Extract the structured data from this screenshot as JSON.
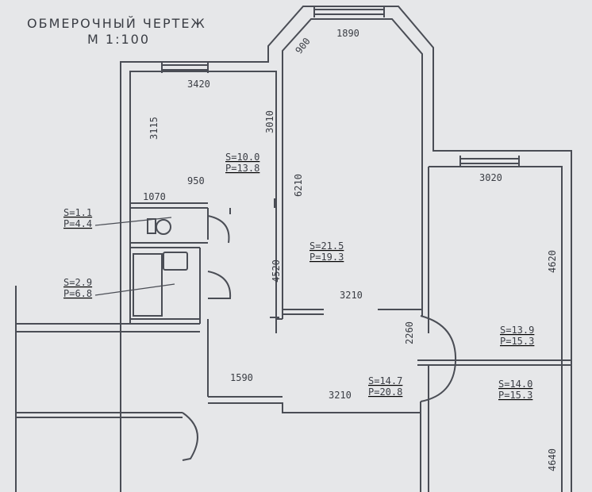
{
  "header": {
    "title": "ОБМЕРОЧНЫЙ ЧЕРТЕЖ",
    "scale": "М 1:100"
  },
  "dimensions": {
    "bay_diag": "900",
    "bay_width": "1890",
    "top_room_width": "3420",
    "top_room_height": "3115",
    "top_room_side": "3010",
    "hall_depth": "950",
    "hall_width": "1070",
    "living_height": "6210",
    "living_lower": "4520",
    "living_width": "3210",
    "corridor_width": "1590",
    "kitchen_width": "3210",
    "arch_width": "2260",
    "right_top_width": "3020",
    "right_top_height": "4620",
    "right_bottom_height": "4640"
  },
  "rooms": {
    "wc": {
      "area": "S=1.1",
      "perimeter": "P=4.4"
    },
    "bath": {
      "area": "S=2.9",
      "perimeter": "P=6.8"
    },
    "bedroom_top": {
      "area": "S=10.0",
      "perimeter": "P=13.8"
    },
    "living": {
      "area": "S=21.5",
      "perimeter": "P=19.3"
    },
    "kitchen": {
      "area": "S=14.7",
      "perimeter": "P=20.8"
    },
    "room_right_top": {
      "area": "S=13.9",
      "perimeter": "P=15.3"
    },
    "room_right_bottom": {
      "area": "S=14.0",
      "perimeter": "P=15.3"
    }
  }
}
